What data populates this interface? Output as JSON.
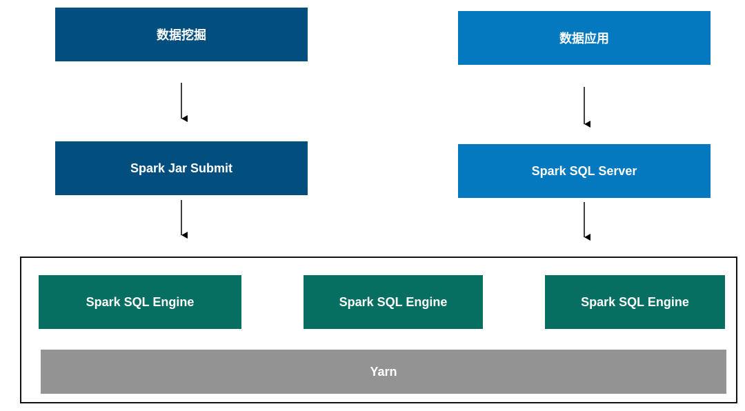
{
  "diagram": {
    "boxes": {
      "data_mining": "数据挖掘",
      "data_application": "数据应用",
      "spark_jar_submit": "Spark Jar Submit",
      "spark_sql_server": "Spark SQL Server",
      "engine_1": "Spark SQL Engine",
      "engine_2": "Spark SQL Engine",
      "engine_3": "Spark SQL Engine",
      "yarn": "Yarn"
    },
    "colors": {
      "dark_blue": "#024f7f",
      "light_blue": "#0479bf",
      "green": "#066f61",
      "gray": "#939393",
      "arrow": "#000000"
    }
  }
}
